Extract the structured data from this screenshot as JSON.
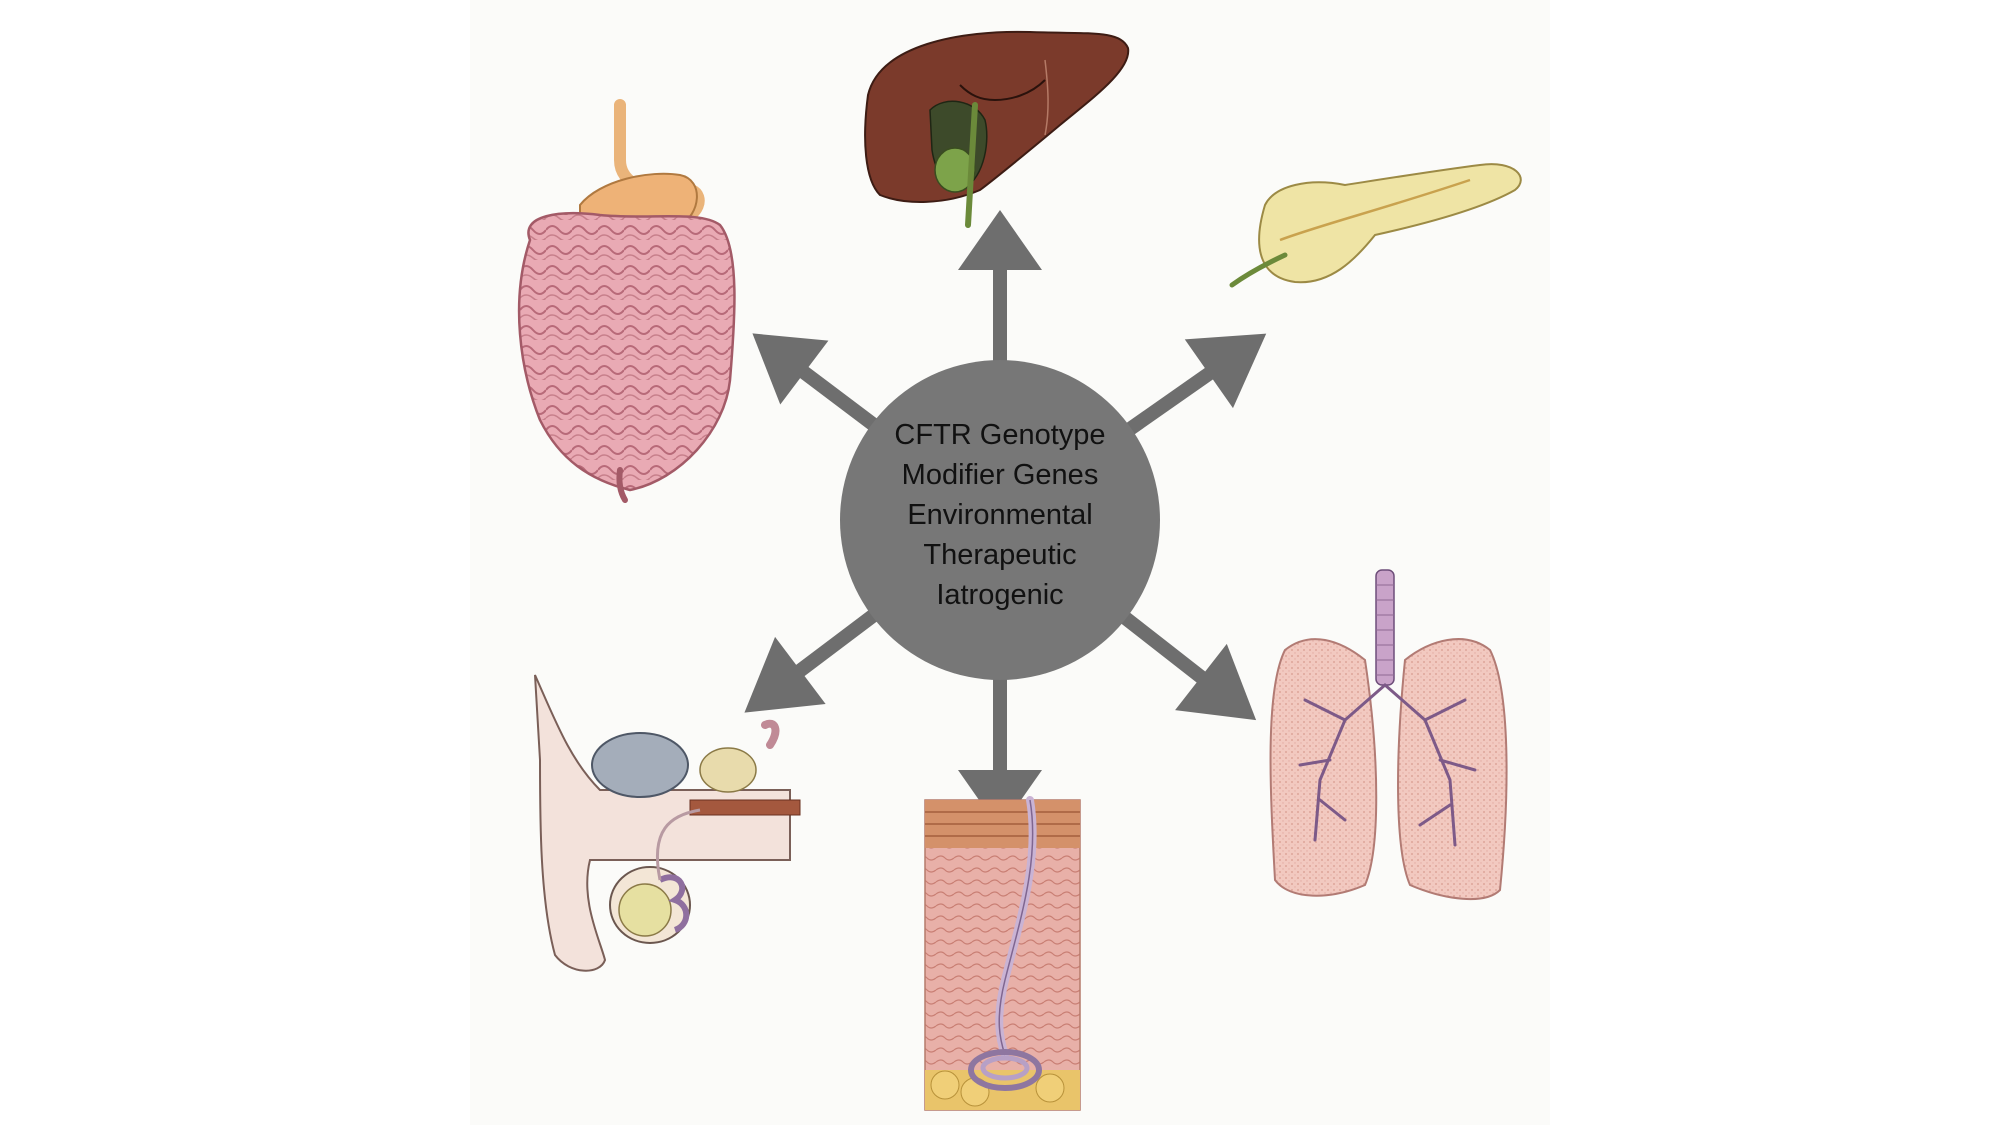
{
  "hub": {
    "lines": [
      "CFTR Genotype",
      "Modifier Genes",
      "Environmental",
      "Therapeutic",
      "Iatrogenic"
    ],
    "fill_color": "#777777"
  },
  "arrow_color": "#6e6e6e",
  "organs": [
    {
      "name": "liver",
      "color": "#7a3b2a"
    },
    {
      "name": "pancreas",
      "color": "#f1e6a6"
    },
    {
      "name": "intestines",
      "color": "#e7aab2"
    },
    {
      "name": "lungs",
      "color": "#f0c2b8"
    },
    {
      "name": "sweat-gland-skin",
      "color": "#eab9b0"
    },
    {
      "name": "male-reproductive",
      "color": "#f1e0d8"
    }
  ]
}
